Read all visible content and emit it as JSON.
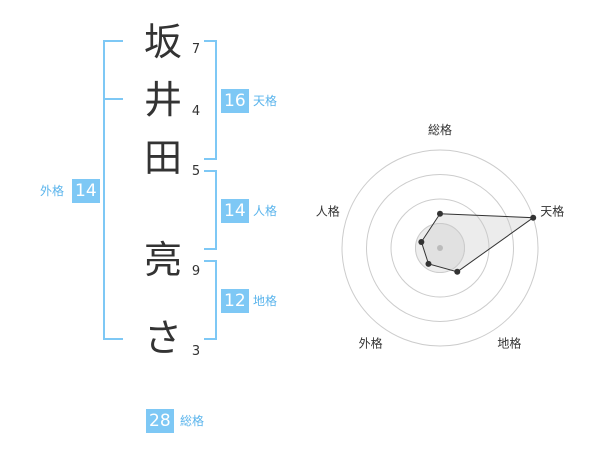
{
  "name_chars": [
    {
      "char": "坂",
      "strokes": "7"
    },
    {
      "char": "井",
      "strokes": "4"
    },
    {
      "char": "田",
      "strokes": "5"
    },
    {
      "char": "亮",
      "strokes": "9"
    },
    {
      "char": "さ",
      "strokes": "3"
    }
  ],
  "fortunes": {
    "tenkaku": {
      "value": "16",
      "label": "天格"
    },
    "jinkaku": {
      "value": "14",
      "label": "人格"
    },
    "chikaku": {
      "value": "12",
      "label": "地格"
    },
    "gaikaku": {
      "value": "14",
      "label": "外格"
    },
    "soukaku": {
      "value": "28",
      "label": "総格"
    }
  },
  "colors": {
    "accent": "#7ec8f5",
    "accent_text": "#5ab4ec",
    "text": "#333333"
  },
  "chart_data": {
    "type": "radar",
    "axes": [
      "総格",
      "天格",
      "地格",
      "外格",
      "人格"
    ],
    "values": [
      0.35,
      1.0,
      0.3,
      0.2,
      0.2
    ],
    "rings": 4
  }
}
